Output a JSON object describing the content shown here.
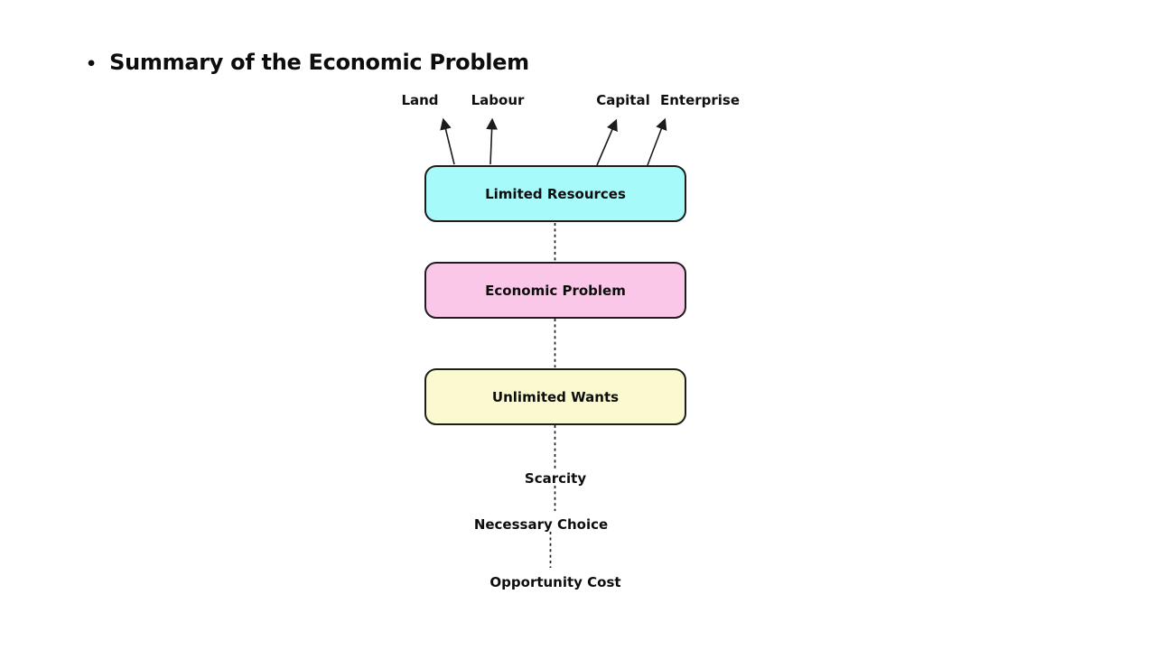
{
  "slide": {
    "bullet": "•",
    "title": "Summary of the Economic Problem"
  },
  "diagram": {
    "factors": [
      {
        "label": "Land"
      },
      {
        "label": "Labour"
      },
      {
        "label": "Capital"
      },
      {
        "label": "Enterprise"
      }
    ],
    "boxes": [
      {
        "label": "Limited Resources",
        "fill": "#a6fbfa"
      },
      {
        "label": "Economic Problem",
        "fill": "#fbc7e9"
      },
      {
        "label": "Unlimited Wants",
        "fill": "#fbf9cf"
      }
    ],
    "outcomes": [
      {
        "label": "Scarcity"
      },
      {
        "label": "Necessary Choice"
      },
      {
        "label": "Opportunity Cost"
      }
    ],
    "colors": {
      "background": "#ffffff",
      "text": "#0d0d0d",
      "line": "#1c1c1c",
      "box_border": "#1d1d1d"
    }
  }
}
